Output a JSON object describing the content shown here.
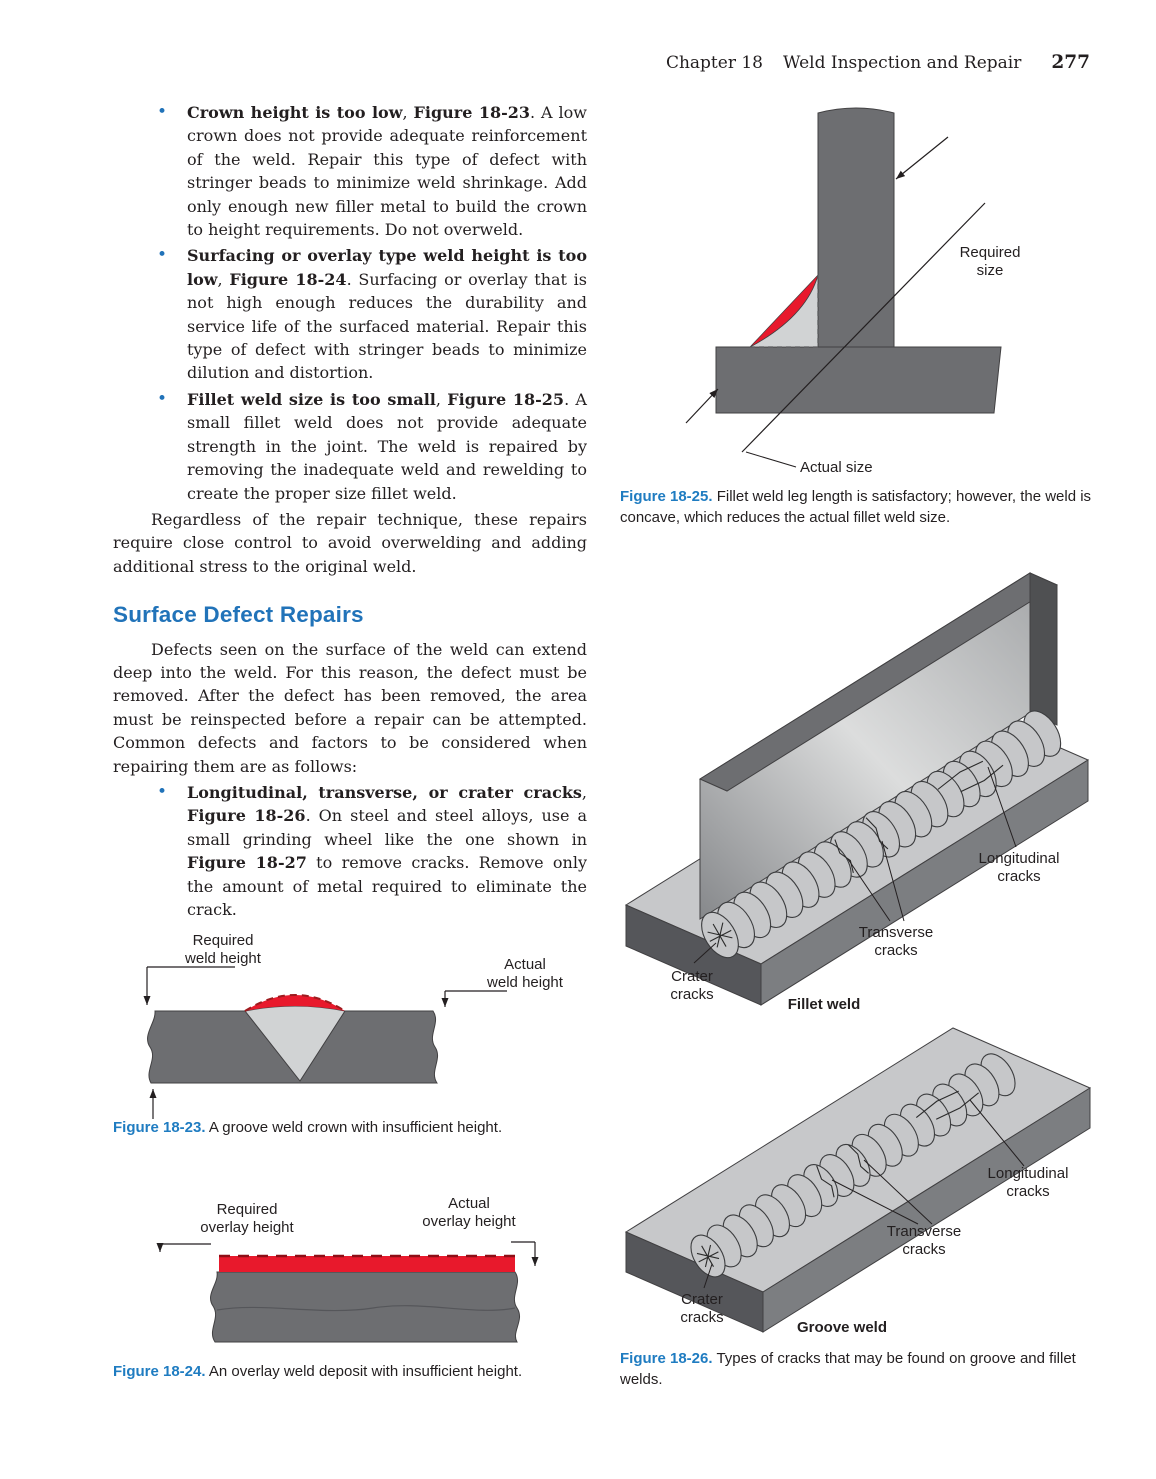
{
  "colors": {
    "accent_blue": "#2173b9",
    "figure_ref_blue": "#1f7cc1",
    "weld_red": "#e8192c",
    "metal_dark": "#6d6e71",
    "metal_light": "#d1d3d4"
  },
  "header": {
    "chapter": "Chapter 18",
    "title": "Weld Inspection and Repair",
    "page_number": "277"
  },
  "bullets_top": [
    {
      "b1": "Crown height is too low",
      "s1": ", ",
      "b2": "Figure 18-23",
      "s2": ". A low crown does not provide adequate reinforcement of the weld. Repair this type of defect with stringer beads to minimize weld shrinkage. Add only enough new filler metal to build the crown to height requirements. Do not overweld."
    },
    {
      "b1": "Surfacing or overlay type weld height is too low",
      "s1": ", ",
      "b2": "Figure 18-24",
      "s2": ". Surfacing or overlay that is not high enough reduces the durability and service life of the surfaced material. Repair this type of defect with stringer beads to minimize dilution and distortion."
    },
    {
      "b1": "Fillet weld size is too small",
      "s1": ", ",
      "b2": "Figure 18-25",
      "s2": ". A small fillet weld does not provide adequate strength in the joint. The weld is repaired by removing the inadequate weld and rewelding to create the proper size fillet weld."
    }
  ],
  "para_regardless": "Regardless of the repair technique, these repairs require close control to avoid overwelding and adding additional stress to the original weld.",
  "section_heading": "Surface Defect Repairs",
  "section_intro": "Defects seen on the surface of the weld can extend deep into the weld. For this reason, the defect must be removed. After the defect has been removed, the area must be reinspected before a repair can be attempted. Common defects and factors to be considered when repairing them are as follows:",
  "bullet_cracks": {
    "b1": "Longitudinal, transverse, or crater cracks",
    "s1": ", ",
    "b2": "Figure 18-26",
    "s2": ". On steel and steel alloys, use a small grinding wheel like the one shown in ",
    "b3": "Figure 18-27",
    "s3": " to remove cracks. Remove only the amount of metal required to eliminate the crack."
  },
  "fig23": {
    "req_line1": "Required",
    "req_line2": "weld height",
    "act_line1": "Actual",
    "act_line2": "weld height",
    "caption_ref": "Figure 18-23.",
    "caption_text": "A groove weld crown with insufficient height."
  },
  "fig24": {
    "req_line1": "Required",
    "req_line2": "overlay height",
    "act_line1": "Actual",
    "act_line2": "overlay height",
    "caption_ref": "Figure 18-24.",
    "caption_text": "An overlay weld deposit with insufficient height."
  },
  "fig25": {
    "required_line1": "Required",
    "required_line2": "size",
    "actual": "Actual size",
    "caption_ref": "Figure 18-25.",
    "caption_text": "Fillet weld leg length is satisfactory; however, the weld is concave, which reduces the actual fillet weld size."
  },
  "fig26": {
    "fillet": {
      "long1": "Longitudinal",
      "long2": "cracks",
      "trans1": "Transverse",
      "trans2": "cracks",
      "crater1": "Crater",
      "crater2": "cracks",
      "title": "Fillet weld"
    },
    "groove": {
      "long1": "Longitudinal",
      "long2": "cracks",
      "trans1": "Transverse",
      "trans2": "cracks",
      "crater1": "Crater",
      "crater2": "cracks",
      "title": "Groove weld"
    },
    "caption_ref": "Figure 18-26.",
    "caption_text": "Types of cracks that may be found on groove and fillet welds."
  }
}
